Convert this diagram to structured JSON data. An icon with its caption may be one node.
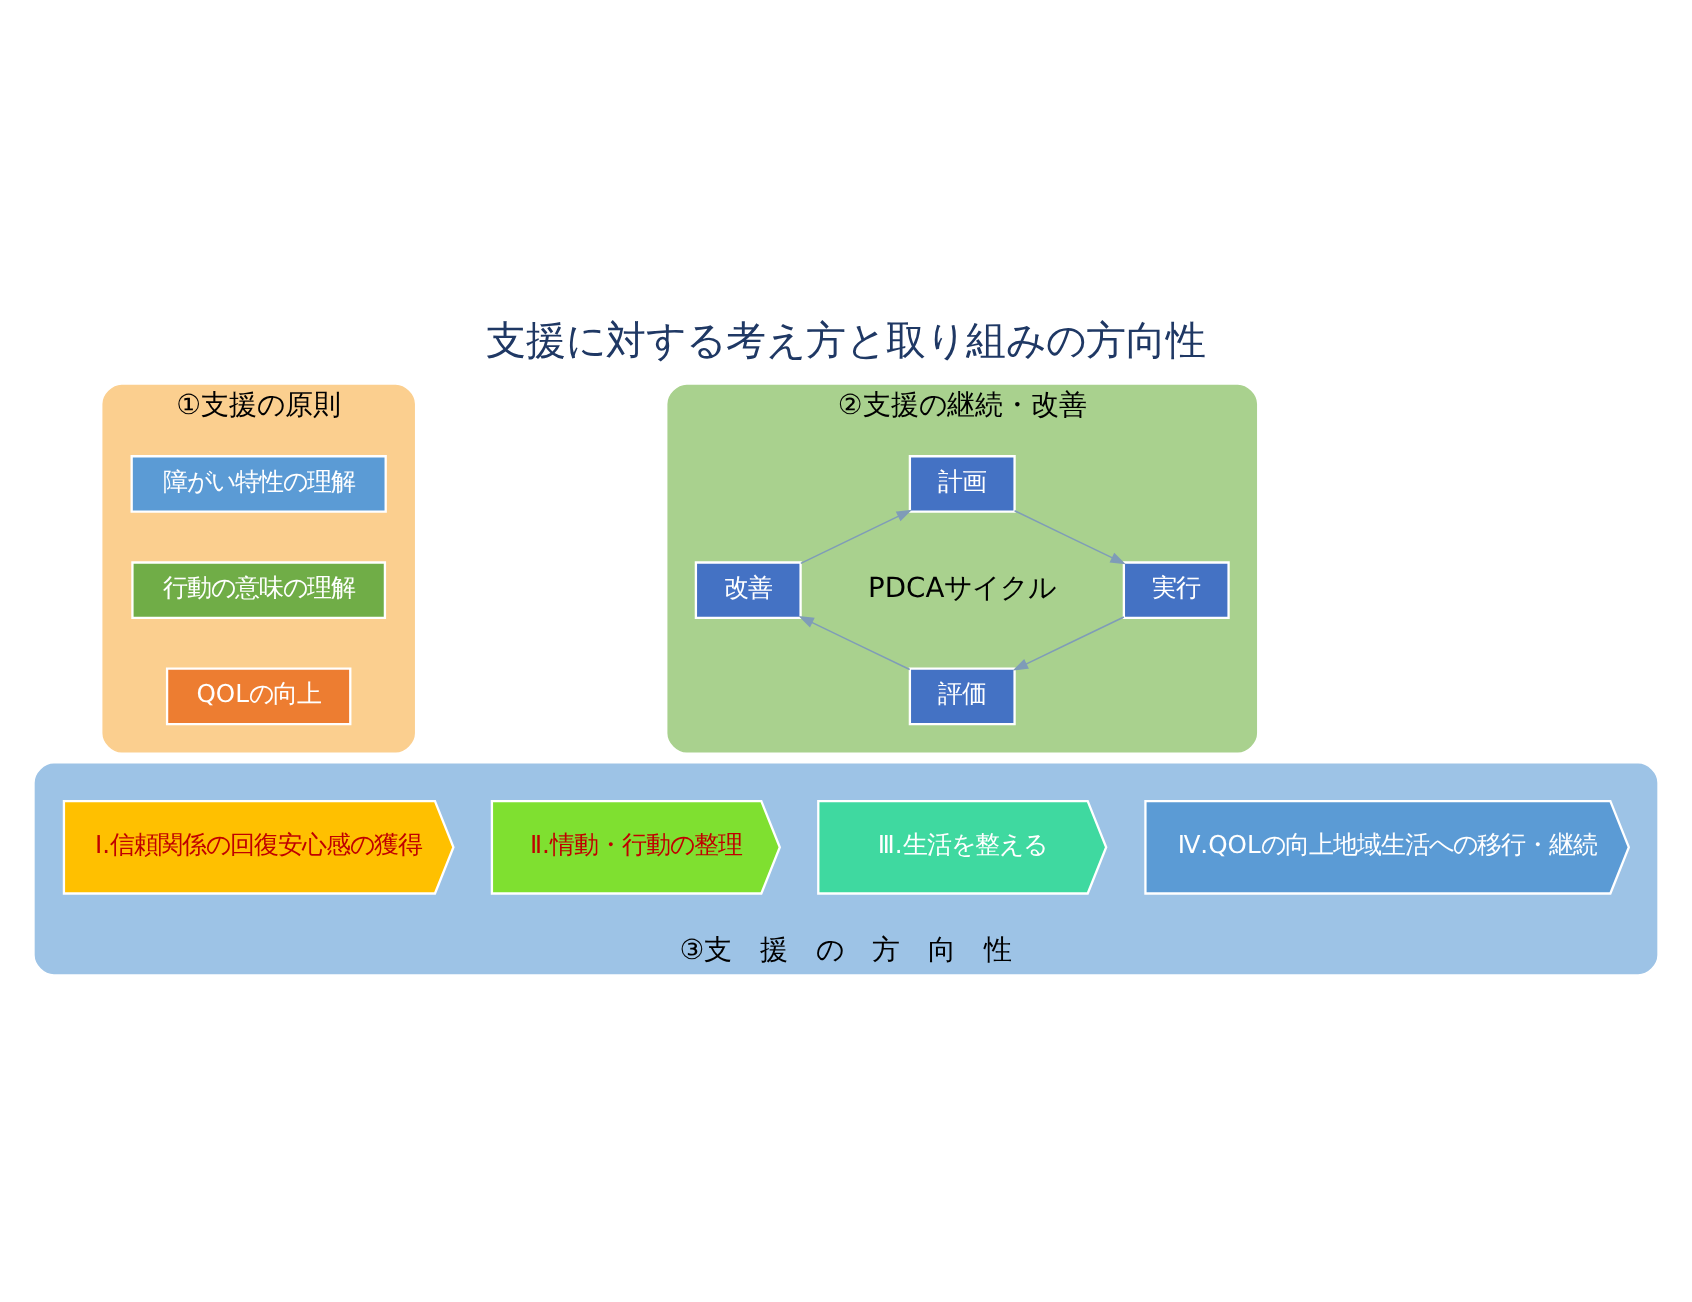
{
  "diagram": {
    "title": "支援に対する考え方と取り組みの方向性",
    "nodes": [
      {
        "text": [
          "①支援の原則"
        ]
      },
      {
        "text": [
          "障がい特性の理解"
        ],
        "in": 0
      },
      {
        "text": [
          "行動の意味の理解"
        ],
        "in": 0
      },
      {
        "text": [
          "QOLの向上"
        ],
        "in": 0
      },
      {
        "text": [
          "②支援の継続・改善"
        ]
      },
      {
        "text": [
          "計画"
        ],
        "in": 4
      },
      {
        "text": [
          "改善"
        ],
        "in": 4
      },
      {
        "text": [
          "実行"
        ],
        "in": 4
      },
      {
        "text": [
          "評価"
        ],
        "in": 4
      },
      {
        "text": [
          "③支　援　の　方　向　性"
        ]
      },
      {
        "text": [
          "Ⅰ.信頼関係の回復安心感の獲得"
        ],
        "in": 9
      },
      {
        "text": [
          "Ⅱ.情動・行動の整理"
        ],
        "in": 9
      },
      {
        "text": [
          "Ⅲ.生活を整える"
        ],
        "in": 9
      },
      {
        "text": [
          "Ⅳ.QOLの向上地域生活への移行・継続"
        ],
        "in": 9
      }
    ],
    "edges": [
      {
        "from": 5,
        "to": 7,
        "arrow": "to"
      },
      {
        "from": 7,
        "to": 8,
        "arrow": "to"
      },
      {
        "from": 8,
        "to": 6,
        "arrow": "to"
      },
      {
        "from": 6,
        "to": 5,
        "arrow": "to"
      }
    ],
    "labels": [
      "PDCAサイクル"
    ]
  }
}
